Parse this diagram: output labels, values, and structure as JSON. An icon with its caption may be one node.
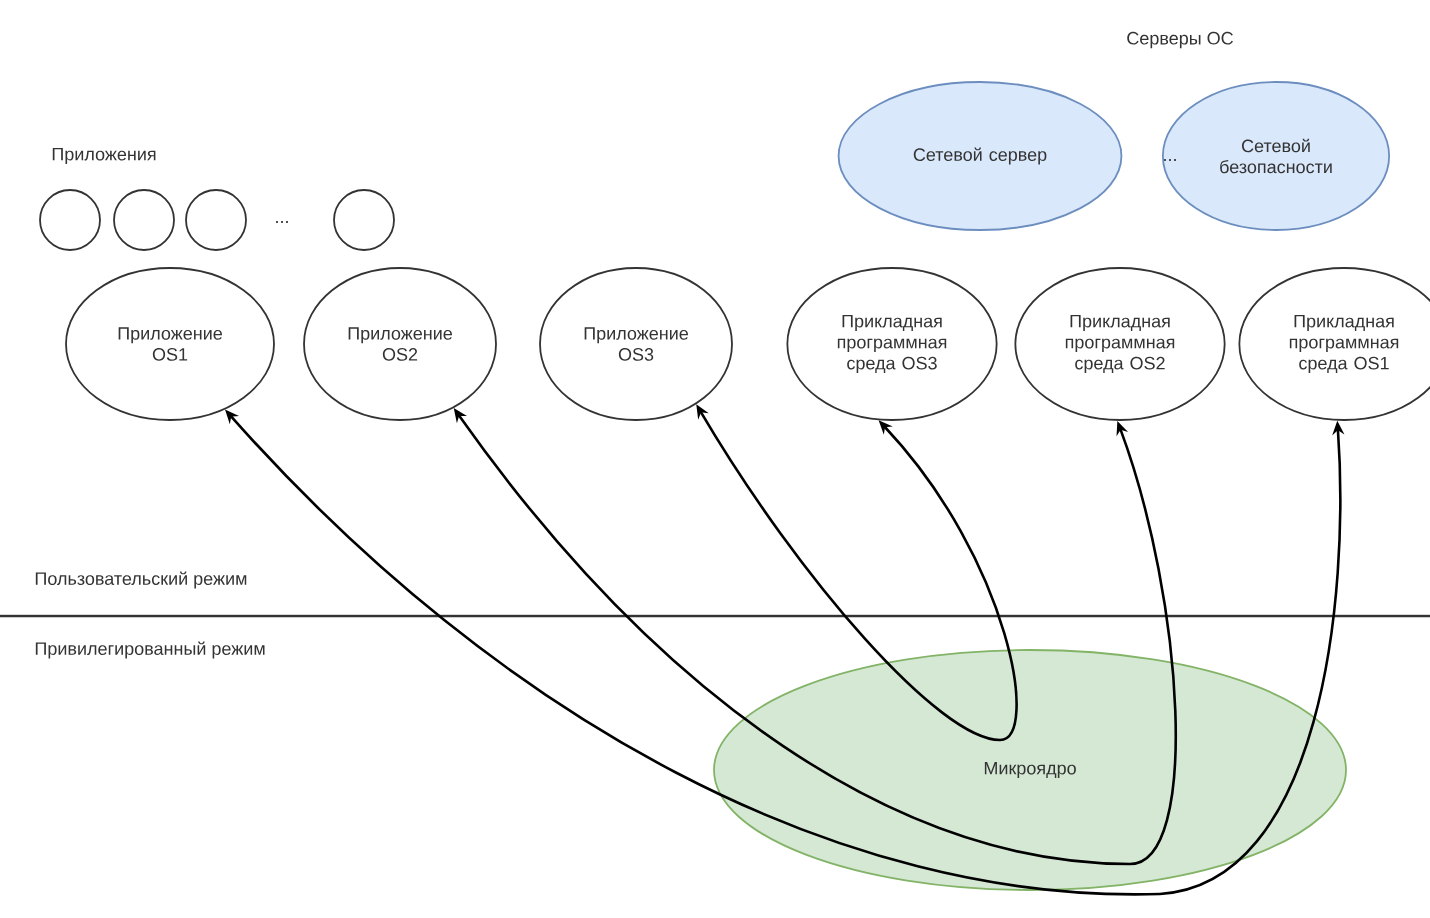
{
  "diagram": {
    "nodes": [
      {
        "text": [
          "Сетевой сервер"
        ]
      },
      {
        "text": [
          "Сетевой безопасности"
        ]
      },
      {
        "text": [],
        "shape": "circle"
      },
      {
        "text": [],
        "shape": "circle"
      },
      {
        "text": [],
        "shape": "circle"
      },
      {
        "text": [],
        "shape": "circle"
      },
      {
        "text": [
          "Приложение OS1"
        ]
      },
      {
        "text": [
          "Приложение OS2"
        ]
      },
      {
        "text": [
          "Приложение OS3"
        ]
      },
      {
        "text": [
          "Прикладная программная среда OS3"
        ]
      },
      {
        "text": [
          "Прикладная программная среда OS2"
        ]
      },
      {
        "text": [
          "Прикладная программная среда OS1"
        ]
      },
      {
        "text": [
          "Микроядро"
        ]
      }
    ],
    "edges": [
      {
        "from": 12,
        "to": 6,
        "arrow": "to"
      },
      {
        "from": 12,
        "to": 11,
        "arrow": "to"
      },
      {
        "from": 12,
        "to": 7,
        "arrow": "to"
      },
      {
        "from": 12,
        "to": 10,
        "arrow": "to"
      },
      {
        "from": 12,
        "to": 8,
        "arrow": "to"
      },
      {
        "from": 12,
        "to": 9,
        "arrow": "to"
      }
    ],
    "labels": [
      "Серверы ОС",
      "Приложения",
      "...",
      "...",
      "Пользовательский режим",
      "Привилегированный режим"
    ]
  }
}
